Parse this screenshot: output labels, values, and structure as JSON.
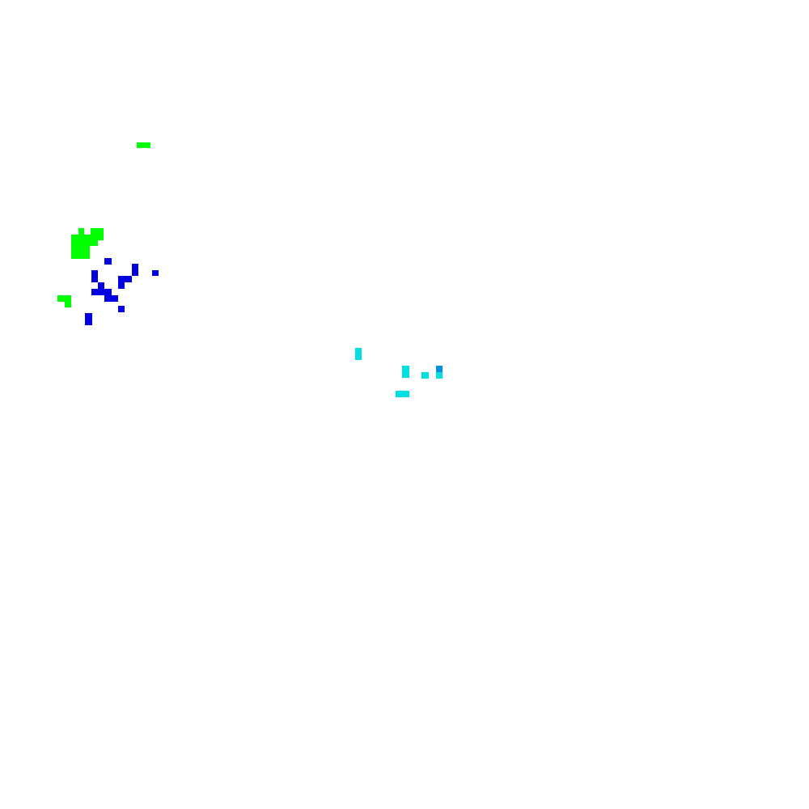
{
  "image": {
    "background": "#ffffff"
  },
  "clusters": [
    {
      "name": "green-cluster",
      "color": "#00ff00"
    },
    {
      "name": "blue-cluster",
      "color": "#0000e0"
    },
    {
      "name": "cyan-cluster",
      "color": "#00e0e0"
    },
    {
      "name": "azure-cluster",
      "color": "#0090e0"
    }
  ]
}
